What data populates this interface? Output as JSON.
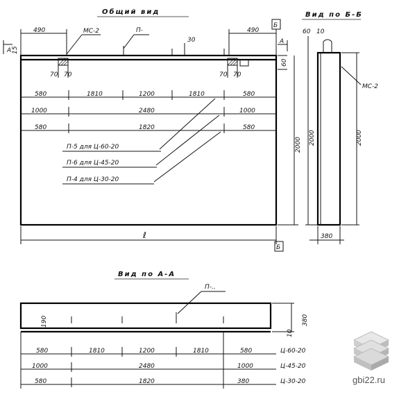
{
  "titles": {
    "general_view": "Общий вид",
    "view_bb": "Вид по Б-Б",
    "view_aa": "Вид по А-А"
  },
  "section_marks": {
    "a": "А",
    "b": "Б"
  },
  "labels": {
    "mc2": "МС-2",
    "p_top": "П-",
    "p_bottom": "П-..",
    "l_length": "ℓ"
  },
  "main_dims": {
    "top_left": "490",
    "top_right": "490",
    "dim_30": "30",
    "d15": "15",
    "d70a": "70",
    "d70b": "70",
    "d70c": "70",
    "d70d": "70",
    "d60": "60",
    "height": "2000"
  },
  "rows": [
    [
      "580",
      "1810",
      "1200",
      "1810",
      "580"
    ],
    [
      "1000",
      "2480",
      "1000"
    ],
    [
      "580",
      "1820",
      "580"
    ]
  ],
  "legend": [
    "П-5  для  Ц-60-20",
    "П-6  для  Ц-45-20",
    "П-4  для  Ц-30-20"
  ],
  "side_view": {
    "d60": "60",
    "d10": "10",
    "height": "2000",
    "width": "380",
    "mc2": "МС-2"
  },
  "aa_view": {
    "d190": "190",
    "height": "380",
    "d10": "10",
    "rows": [
      [
        "580",
        "1810",
        "1200",
        "1810",
        "580"
      ],
      [
        "1000",
        "2480",
        "1000"
      ],
      [
        "580",
        "1820",
        "380"
      ]
    ],
    "types": [
      "Ц-60-20",
      "Ц-45-20",
      "Ц-30-20"
    ]
  },
  "watermark": "gbi22.ru"
}
